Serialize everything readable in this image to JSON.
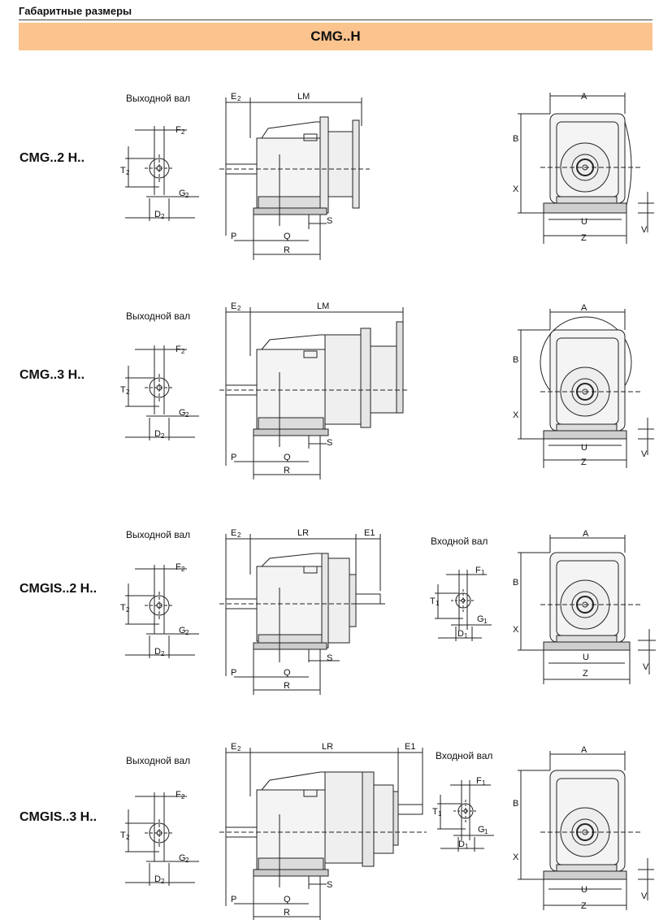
{
  "page": {
    "header": "Габаритные размеры",
    "title": "CMG..H"
  },
  "rows": [
    {
      "model": "CMG..2 H..",
      "output_caption": "Выходной вал",
      "length_label": "LM"
    },
    {
      "model": "CMG..3 H..",
      "output_caption": "Выходной вал",
      "length_label": "LM"
    },
    {
      "model": "CMGIS..2 H..",
      "output_caption": "Выходной вал",
      "length_label": "LR",
      "input_caption": "Входной вал",
      "extra_label": "E1"
    },
    {
      "model": "CMGIS..3 H..",
      "output_caption": "Выходной вал",
      "length_label": "LR",
      "input_caption": "Входной вал",
      "extra_label": "E1"
    }
  ],
  "labels": {
    "output_shaft": {
      "F": "F",
      "T": "T",
      "G": "G",
      "D": "D",
      "sub": "2"
    },
    "input_shaft": {
      "F": "F",
      "T": "T",
      "G": "G",
      "D": "D",
      "sub": "1"
    },
    "side": {
      "E": "E",
      "E_sub": "2",
      "P": "P",
      "Q": "Q",
      "R": "R",
      "S": "S"
    },
    "front": {
      "A": "A",
      "B": "B",
      "X": "X",
      "U": "U",
      "Z": "Z",
      "V": "V"
    }
  }
}
